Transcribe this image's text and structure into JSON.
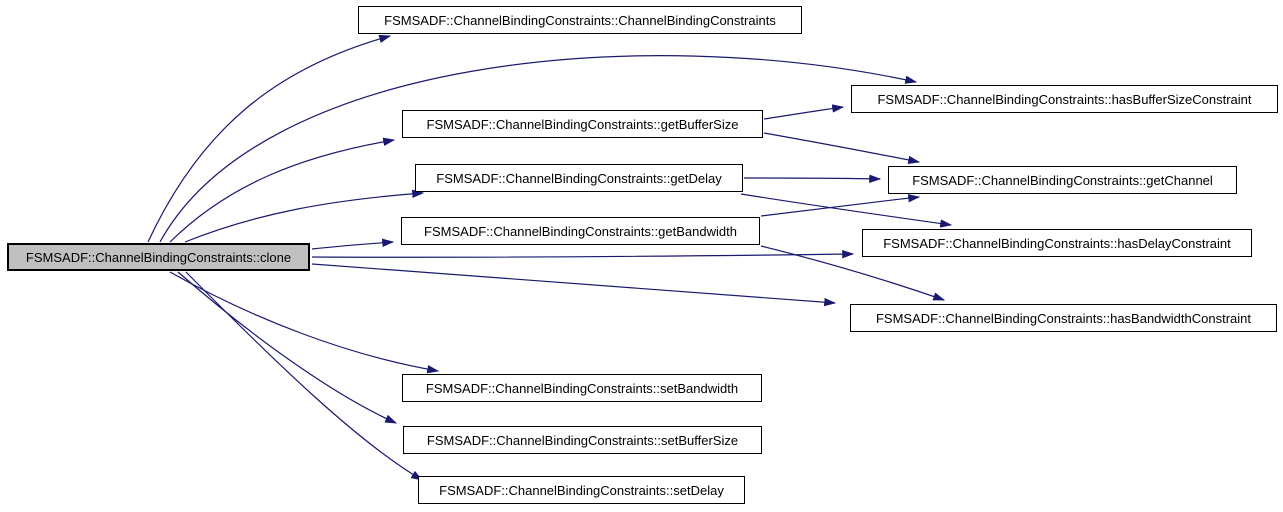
{
  "diagram": {
    "type": "call-graph",
    "background_color": "#ffffff",
    "edge_color": "#191970",
    "node_fill_color": "#ffffff",
    "node_border_color": "#000000",
    "highlighted_node_fill_color": "#c0c0c0",
    "nodes": [
      {
        "id": "clone",
        "label": "FSMSADF::ChannelBindingConstraints::clone",
        "highlighted": true
      },
      {
        "id": "channel-binding-constraints",
        "label": "FSMSADF::ChannelBindingConstraints::ChannelBindingConstraints",
        "highlighted": false
      },
      {
        "id": "has-buffer-size-constraint",
        "label": "FSMSADF::ChannelBindingConstraints::hasBufferSizeConstraint",
        "highlighted": false
      },
      {
        "id": "get-buffer-size",
        "label": "FSMSADF::ChannelBindingConstraints::getBufferSize",
        "highlighted": false
      },
      {
        "id": "get-delay",
        "label": "FSMSADF::ChannelBindingConstraints::getDelay",
        "highlighted": false
      },
      {
        "id": "get-channel",
        "label": "FSMSADF::ChannelBindingConstraints::getChannel",
        "highlighted": false
      },
      {
        "id": "get-bandwidth",
        "label": "FSMSADF::ChannelBindingConstraints::getBandwidth",
        "highlighted": false
      },
      {
        "id": "has-delay-constraint",
        "label": "FSMSADF::ChannelBindingConstraints::hasDelayConstraint",
        "highlighted": false
      },
      {
        "id": "has-bandwidth-constraint",
        "label": "FSMSADF::ChannelBindingConstraints::hasBandwidthConstraint",
        "highlighted": false
      },
      {
        "id": "set-bandwidth",
        "label": "FSMSADF::ChannelBindingConstraints::setBandwidth",
        "highlighted": false
      },
      {
        "id": "set-buffer-size",
        "label": "FSMSADF::ChannelBindingConstraints::setBufferSize",
        "highlighted": false
      },
      {
        "id": "set-delay",
        "label": "FSMSADF::ChannelBindingConstraints::setDelay",
        "highlighted": false
      }
    ],
    "edges": [
      {
        "from": "clone",
        "to": "channel-binding-constraints"
      },
      {
        "from": "clone",
        "to": "has-buffer-size-constraint"
      },
      {
        "from": "clone",
        "to": "get-buffer-size"
      },
      {
        "from": "clone",
        "to": "get-delay"
      },
      {
        "from": "clone",
        "to": "get-bandwidth"
      },
      {
        "from": "clone",
        "to": "has-delay-constraint"
      },
      {
        "from": "clone",
        "to": "has-bandwidth-constraint"
      },
      {
        "from": "clone",
        "to": "set-bandwidth"
      },
      {
        "from": "clone",
        "to": "set-buffer-size"
      },
      {
        "from": "clone",
        "to": "set-delay"
      },
      {
        "from": "get-buffer-size",
        "to": "has-buffer-size-constraint"
      },
      {
        "from": "get-buffer-size",
        "to": "get-channel"
      },
      {
        "from": "get-delay",
        "to": "get-channel"
      },
      {
        "from": "get-delay",
        "to": "has-delay-constraint"
      },
      {
        "from": "get-bandwidth",
        "to": "get-channel"
      },
      {
        "from": "get-bandwidth",
        "to": "has-bandwidth-constraint"
      }
    ]
  }
}
